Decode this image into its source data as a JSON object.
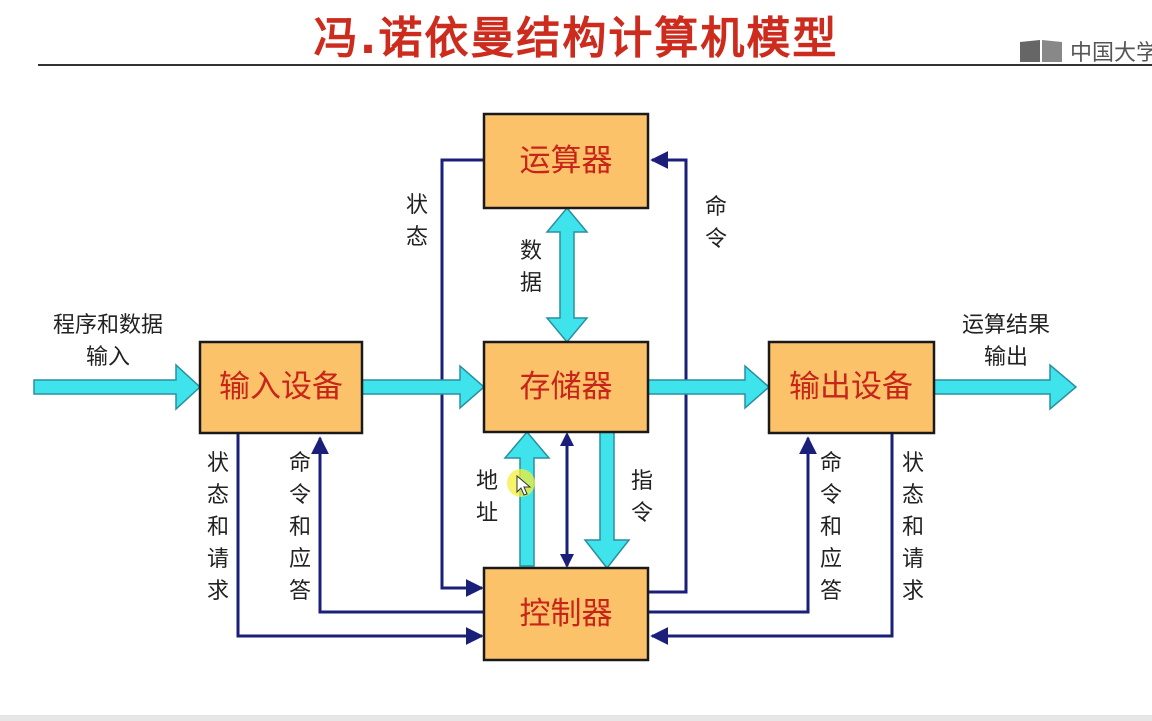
{
  "title": "冯.诺依曼结构计算机模型",
  "watermark": "中国大学",
  "colors": {
    "title": "#cc2b1d",
    "box_fill": "#fbc26a",
    "box_border": "#1a1a1a",
    "box_text": "#c8241a",
    "data_arrow": "#3fe3ec",
    "control_line": "#1a1f7a"
  },
  "boxes": {
    "alu": "运算器",
    "memory": "存储器",
    "control": "控制器",
    "input": "输入设备",
    "output": "输出设备"
  },
  "labels": {
    "program_input": [
      "程序和数据",
      "输入"
    ],
    "result_output": [
      "运算结果",
      "输出"
    ],
    "alu_status": "状态",
    "alu_command": "命令",
    "data": "数据",
    "address": "地址",
    "instruction": "指令",
    "input_status": "状态和请求",
    "input_command": "命令和应答",
    "output_command": "命令和应答",
    "output_status": "状态和请求"
  }
}
